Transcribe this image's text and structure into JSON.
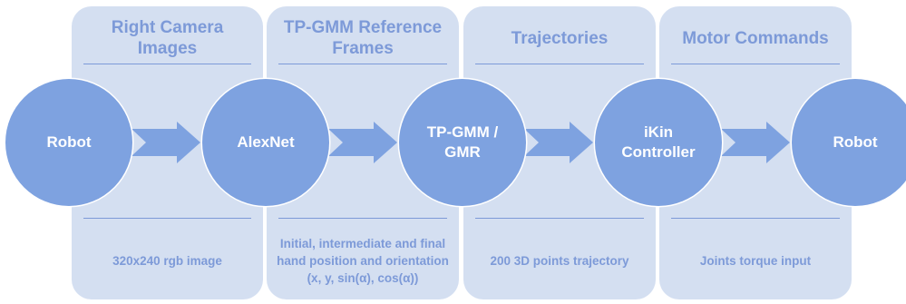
{
  "stages": [
    {
      "title": "Right Camera Images",
      "description": "320x240 rgb image"
    },
    {
      "title": "TP-GMM Reference Frames",
      "description": "Initial, intermediate and final hand position and orientation (x, y, sin(α), cos(α))"
    },
    {
      "title": "Trajectories",
      "description": "200 3D points trajectory"
    },
    {
      "title": "Motor Commands",
      "description": "Joints torque input"
    }
  ],
  "nodes": [
    {
      "label": "Robot"
    },
    {
      "label": "AlexNet"
    },
    {
      "label": "TP-GMM / GMR"
    },
    {
      "label": "iKin Controller"
    },
    {
      "label": "Robot"
    }
  ],
  "colors": {
    "panel": "#d4dff1",
    "accent": "#7d9ad8",
    "node": "#7ea2e0",
    "arrow": "#7ea2e0"
  }
}
